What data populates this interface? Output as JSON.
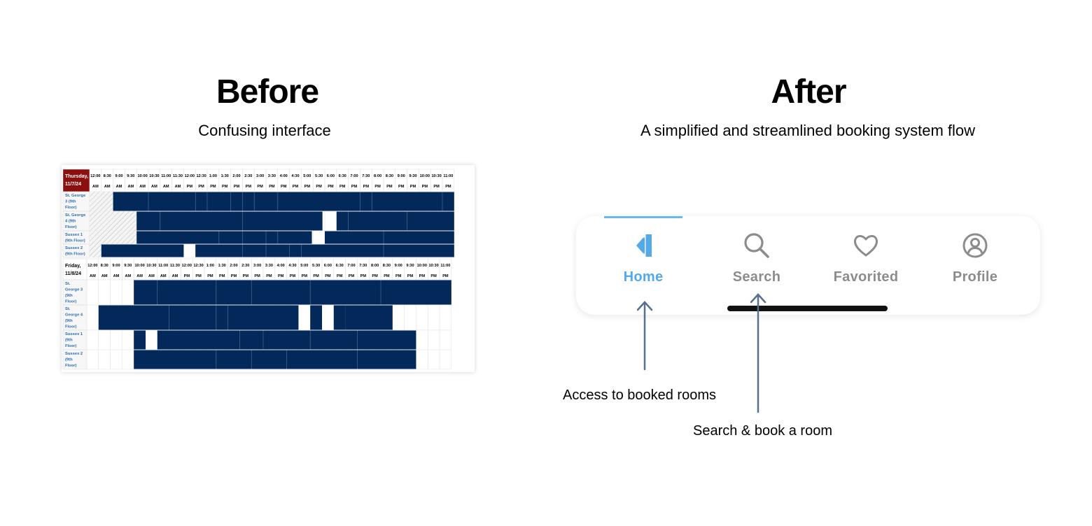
{
  "before": {
    "title": "Before",
    "subtitle": "Confusing interface",
    "schedule": {
      "days": [
        {
          "label_line1": "Thursday,",
          "label_line2": "11/7/24",
          "times": [
            "12:00",
            "8:30",
            "9:00",
            "9:30",
            "10:00",
            "10:30",
            "11:00",
            "11:30",
            "12:00",
            "12:30",
            "1:00",
            "1:30",
            "2:00",
            "2:30",
            "3:00",
            "3:30",
            "4:00",
            "4:30",
            "5:00",
            "5:30",
            "6:00",
            "6:30",
            "7:00",
            "7:30",
            "8:00",
            "8:30",
            "9:00",
            "9:30",
            "10:00",
            "10:30",
            "11:00"
          ],
          "ampm": [
            "AM",
            "AM",
            "AM",
            "AM",
            "AM",
            "AM",
            "AM",
            "AM",
            "PM",
            "PM",
            "PM",
            "PM",
            "PM",
            "PM",
            "PM",
            "PM",
            "PM",
            "PM",
            "PM",
            "PM",
            "PM",
            "PM",
            "PM",
            "PM",
            "PM",
            "PM",
            "PM",
            "PM",
            "PM",
            "PM",
            "PM"
          ],
          "rooms": [
            {
              "lines": [
                "St. George",
                "3 (9th",
                "Floor)"
              ]
            },
            {
              "lines": [
                "St. George",
                "4 (9th",
                "Floor)"
              ]
            },
            {
              "lines": [
                "Sussex 1",
                "(9th Floor)"
              ]
            },
            {
              "lines": [
                "Sussex 2",
                "(9th Floor)"
              ]
            }
          ]
        },
        {
          "label_line1": "Friday,",
          "label_line2": "11/8/24",
          "times": [
            "12:00",
            "8:30",
            "9:00",
            "9:30",
            "10:00",
            "10:30",
            "11:00",
            "11:30",
            "12:00",
            "12:30",
            "1:00",
            "1:30",
            "2:00",
            "2:30",
            "3:00",
            "3:30",
            "4:00",
            "4:30",
            "5:00",
            "5:30",
            "6:00",
            "6:30",
            "7:00",
            "7:30",
            "8:00",
            "8:30",
            "9:00",
            "9:30",
            "10:00",
            "10:30",
            "11:00"
          ],
          "ampm": [
            "AM",
            "AM",
            "AM",
            "AM",
            "AM",
            "AM",
            "AM",
            "AM",
            "PM",
            "PM",
            "PM",
            "PM",
            "PM",
            "PM",
            "PM",
            "PM",
            "PM",
            "PM",
            "PM",
            "PM",
            "PM",
            "PM",
            "PM",
            "PM",
            "PM",
            "PM",
            "PM",
            "PM",
            "PM",
            "PM",
            "PM"
          ],
          "rooms": [
            {
              "lines": [
                "St.",
                "George 3",
                "(9th",
                "Floor)"
              ]
            },
            {
              "lines": [
                "St.",
                "George 4",
                "(9th",
                "Floor)"
              ]
            },
            {
              "lines": [
                "Sussex 1",
                "(9th",
                "Floor)"
              ]
            },
            {
              "lines": [
                "Sussex 2",
                "(9th",
                "Floor)"
              ]
            }
          ]
        }
      ],
      "colors": {
        "booked": "#03285a",
        "day_header": "#8b0f0f",
        "room_text": "#2b6cb0"
      }
    }
  },
  "after": {
    "title": "After",
    "subtitle": "A simplified and streamlined booking system flow",
    "tabs": [
      {
        "label": "Home",
        "icon": "home-icon",
        "active": true
      },
      {
        "label": "Search",
        "icon": "search-icon",
        "active": false
      },
      {
        "label": "Favorited",
        "icon": "heart-icon",
        "active": false
      },
      {
        "label": "Profile",
        "icon": "profile-icon",
        "active": false
      }
    ],
    "annotations": {
      "home": "Access to booked rooms",
      "search": "Search & book a room"
    },
    "colors": {
      "active": "#52aaea",
      "inactive": "#8c8c8c",
      "arrow": "#56708d"
    }
  }
}
